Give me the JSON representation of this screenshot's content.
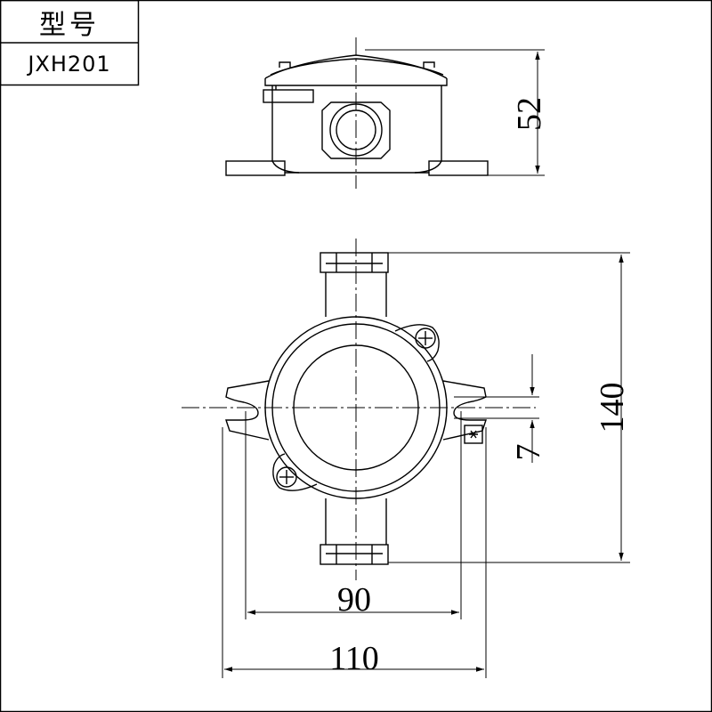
{
  "title_block": {
    "model_label": "型号",
    "model_value": "JXH201"
  },
  "dimensions": {
    "height": "52",
    "length": "140",
    "offset": "7",
    "mount_spacing": "90",
    "overall_width": "110"
  },
  "colors": {
    "line": "#000000",
    "background": "#ffffff"
  }
}
